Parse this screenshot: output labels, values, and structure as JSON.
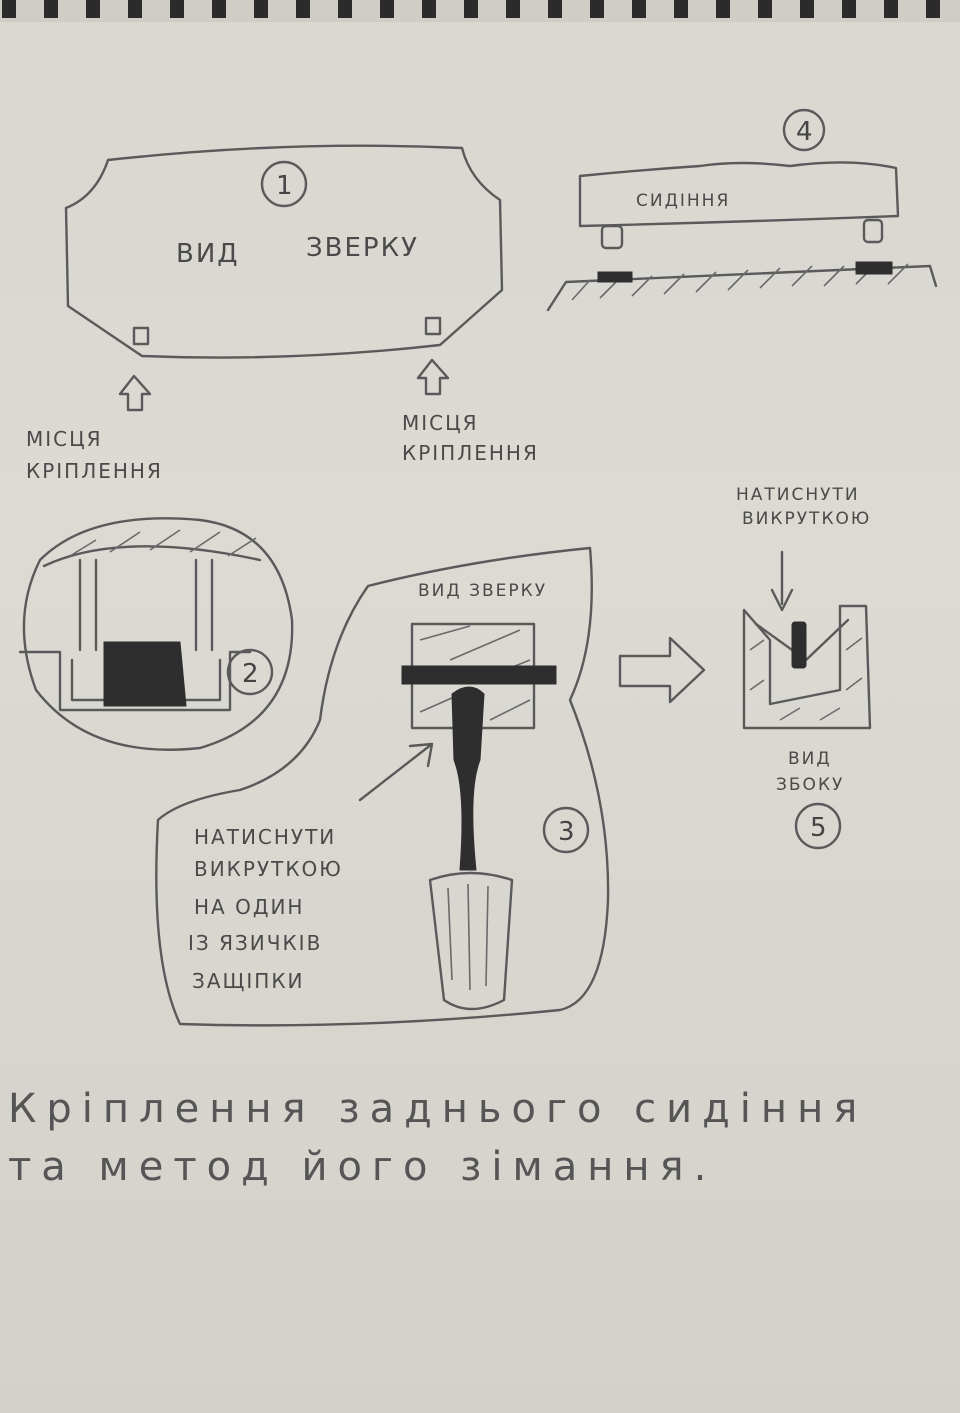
{
  "figures": {
    "fig1": {
      "number": "1",
      "view_label_part1": "ВИД",
      "view_label_part2": "ЗВЕРКУ",
      "mount_left_line1": "МІСЦЯ",
      "mount_left_line2": "КРІПЛЕННЯ",
      "mount_right_line1": "МІСЦЯ",
      "mount_right_line2": "КРІПЛЕННЯ"
    },
    "fig2": {
      "number": "2"
    },
    "fig3": {
      "number": "3",
      "view_label": "ВИД ЗВЕРКУ",
      "note_lines": [
        "НАТИСНУТИ",
        "ВИКРУТКОЮ",
        "НА ОДИН",
        "ІЗ ЯЗИЧКІВ",
        "ЗАЩІПКИ"
      ]
    },
    "fig4": {
      "number": "4",
      "seat_label": "СИДІННЯ"
    },
    "fig5": {
      "number": "5",
      "press_line1": "НАТИСНУТИ",
      "press_line2": "ВИКРУТКОЮ",
      "view_line1": "ВИД",
      "view_line2": "ЗБОКУ"
    }
  },
  "caption": {
    "line1": "Кріплення заднього сидіння",
    "line2": "та метод його зімання."
  },
  "colors": {
    "paper": "#dcdad3",
    "pencil": "#5a5a5a",
    "dark_fill": "#2e2e2e"
  }
}
